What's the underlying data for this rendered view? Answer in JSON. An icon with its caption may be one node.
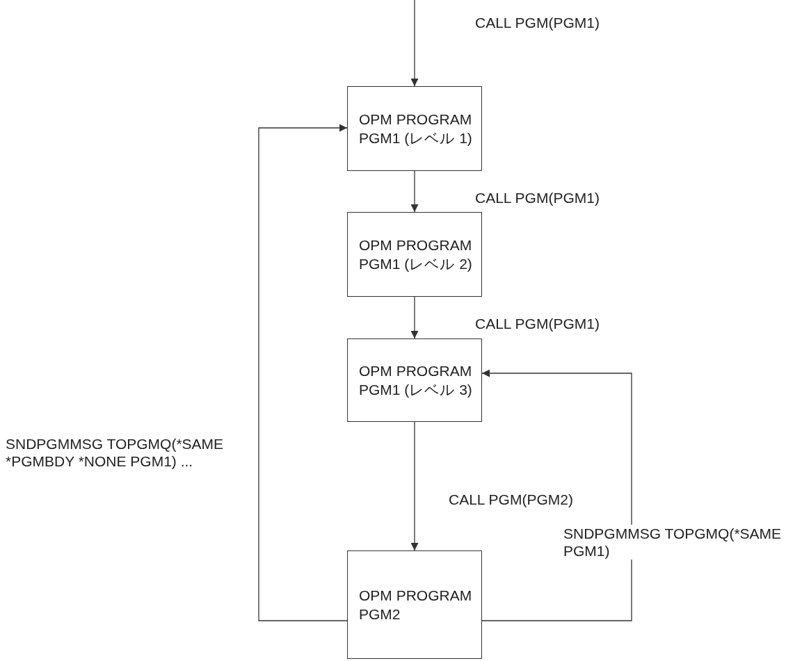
{
  "diagram": {
    "nodes": [
      {
        "text": [
          "OPM PROGRAM PGM1 (レベル 1)"
        ]
      },
      {
        "text": [
          "OPM PROGRAM PGM1 (レベル 2)"
        ]
      },
      {
        "text": [
          "OPM PROGRAM PGM1 (レベル 3)"
        ]
      },
      {
        "text": [
          "OPM PROGRAM PGM2"
        ]
      }
    ],
    "edges": [
      {
        "from": null,
        "to": 0,
        "arrow": "to",
        "label": "CALL PGM(PGM1)"
      },
      {
        "from": 0,
        "to": 1,
        "arrow": "to",
        "label": "CALL PGM(PGM1)"
      },
      {
        "from": 1,
        "to": 2,
        "arrow": "to",
        "label": "CALL PGM(PGM1)"
      },
      {
        "from": 2,
        "to": 3,
        "arrow": "to",
        "label": "CALL PGM(PGM2)"
      },
      {
        "from": 3,
        "to": 0,
        "arrow": "to",
        "label": "SNDPGMMSG TOPGMQ(*SAME *PGMBDY *NONE PGM1) ..."
      },
      {
        "from": 3,
        "to": 2,
        "arrow": "to",
        "label": "SNDPGMMSG TOPGMQ(*SAME PGM1)"
      }
    ]
  }
}
